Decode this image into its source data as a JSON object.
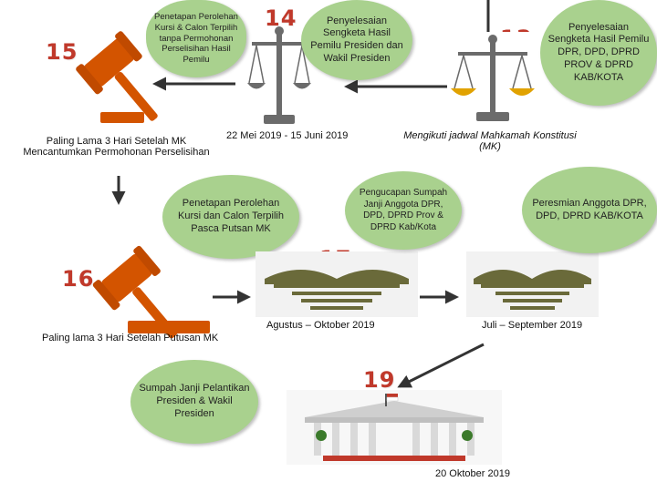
{
  "steps": {
    "s13": {
      "number": "13",
      "bubble": "Penyelesaian Sengketa Hasil Pemilu DPR, DPD, DPRD PROV & DPRD KAB/KOTA",
      "date": "Mengikuti jadwal Mahkamah Konstitusi (MK)"
    },
    "s14": {
      "number": "14",
      "bubble": "Penyelesaian Sengketa Hasil Pemilu Presiden dan Wakil Presiden",
      "date": "22 Mei 2019 - 15 Juni 2019"
    },
    "s15": {
      "number": "15",
      "bubble": "Penetapan Perolehan Kursi & Calon Terpilih tanpa Permohonan Perselisihan Hasil Pemilu",
      "date": "Paling Lama 3 Hari Setelah MK Mencantumkan Permohonan Perselisihan"
    },
    "s16": {
      "number": "16",
      "bubble": "Penetapan Perolehan Kursi dan Calon Terpilih Pasca Putsan MK",
      "date": "Paling lama 3 Hari Setelah Putusan MK"
    },
    "s17": {
      "number": "17",
      "bubble": "Pengucapan Sumpah Janji Anggota DPR, DPD, DPRD Prov & DPRD Kab/Kota",
      "date": "Agustus – Oktober 2019"
    },
    "s18": {
      "number": "18",
      "bubble": "Peresmian Anggota DPR, DPD, DPRD KAB/KOTA",
      "date": "Juli – September 2019"
    },
    "s19": {
      "number": "19",
      "bubble": "Sumpah Janji Pelantikan Presiden & Wakil Presiden",
      "date": "20 Oktober 2019"
    }
  },
  "colors": {
    "bubble": "#a9d18e",
    "number": "#c0392b",
    "hammer": "#d35400",
    "scale": "#6b6b6b",
    "pan": "#e1a200",
    "building": "#6a6a3a",
    "arrow": "#333333"
  }
}
